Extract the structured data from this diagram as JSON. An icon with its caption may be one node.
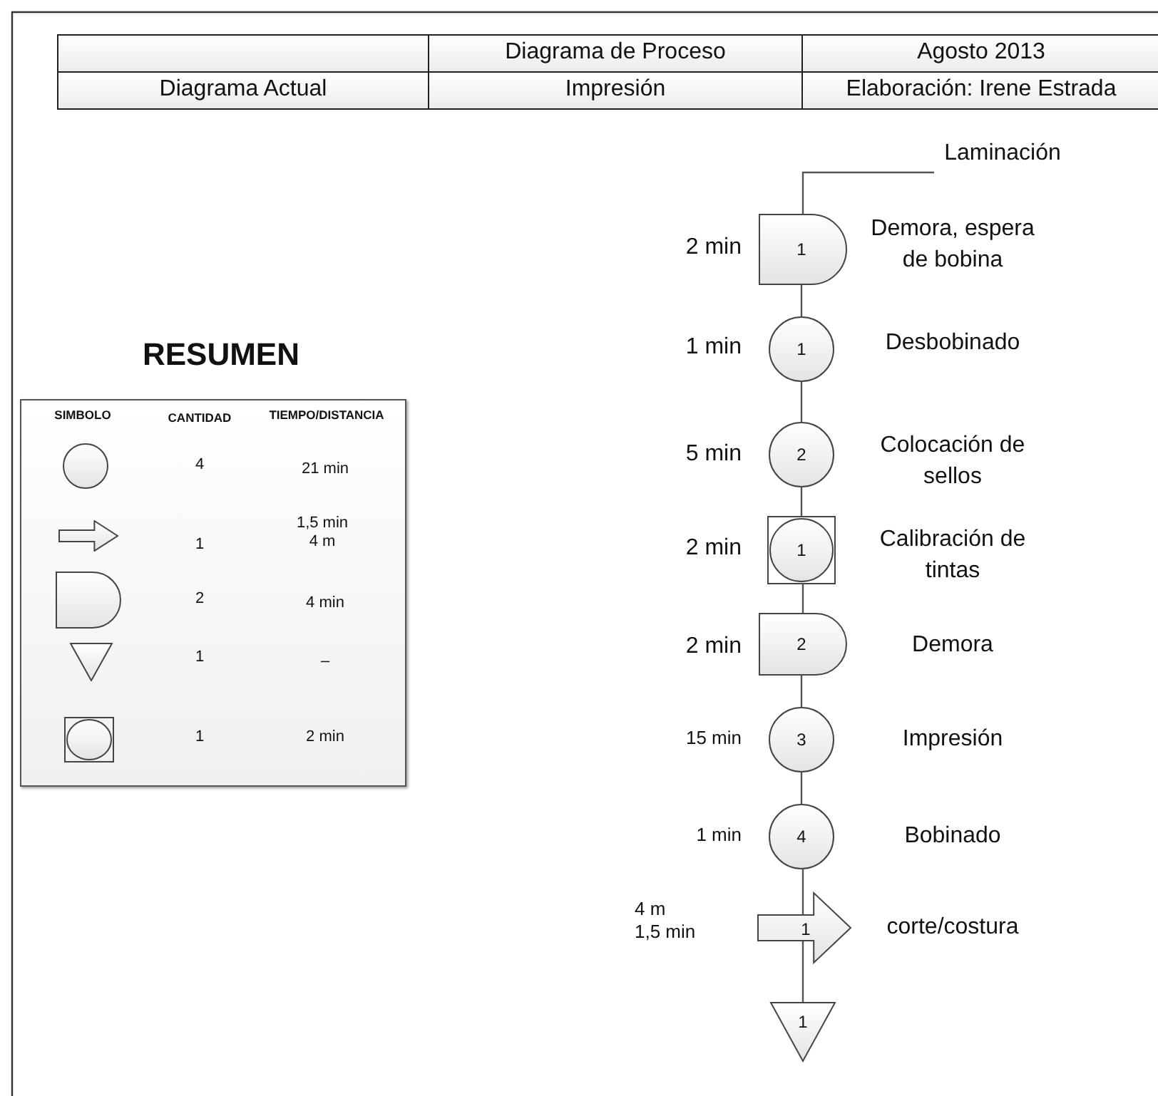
{
  "diagram": {
    "nodes": [
      {
        "text": [
          "Laminación"
        ]
      },
      {
        "text": [
          "1"
        ],
        "beside": [
          "2 min",
          "Demora, espera de bobina"
        ]
      },
      {
        "text": [
          "1"
        ],
        "beside": [
          "1 min",
          "Desbobinado"
        ]
      },
      {
        "text": [
          "2"
        ],
        "beside": [
          "5 min",
          "Colocación de sellos"
        ]
      },
      {
        "text": [
          "1"
        ],
        "beside": [
          "2 min",
          "Calibración de tintas"
        ]
      },
      {
        "text": [
          "2"
        ],
        "beside": [
          "2 min",
          "Demora"
        ]
      },
      {
        "text": [
          "3"
        ],
        "beside": [
          "15 min",
          "Impresión"
        ]
      },
      {
        "text": [
          "4"
        ],
        "beside": [
          "1 min",
          "Bobinado"
        ]
      },
      {
        "text": [
          "1"
        ],
        "beside": [
          "4 m 1,5 min",
          "corte/costura"
        ]
      },
      {
        "text": [
          "1"
        ]
      }
    ],
    "edges": [
      {
        "from": 0,
        "to": 1,
        "arrow": "none"
      },
      {
        "from": 1,
        "to": 2,
        "arrow": "none"
      },
      {
        "from": 2,
        "to": 3,
        "arrow": "none"
      },
      {
        "from": 3,
        "to": 4,
        "arrow": "none"
      },
      {
        "from": 4,
        "to": 5,
        "arrow": "none"
      },
      {
        "from": 5,
        "to": 6,
        "arrow": "none"
      },
      {
        "from": 6,
        "to": 7,
        "arrow": "none"
      },
      {
        "from": 7,
        "to": 8,
        "arrow": "none"
      },
      {
        "from": 8,
        "to": 9,
        "arrow": "none"
      }
    ],
    "labels": [
      "Diagrama de Proceso",
      "Agosto 2013",
      "Diagrama Actual",
      "Impresión",
      "Elaboración: Irene Estrada",
      "RESUMEN",
      "SIMBOLO",
      "CANTIDAD",
      "TIEMPO/DISTANCIA",
      "4",
      "21 min",
      "1",
      "1,5 min 4 m",
      "2",
      "4 min",
      "1",
      "–",
      "1",
      "2 min"
    ]
  }
}
